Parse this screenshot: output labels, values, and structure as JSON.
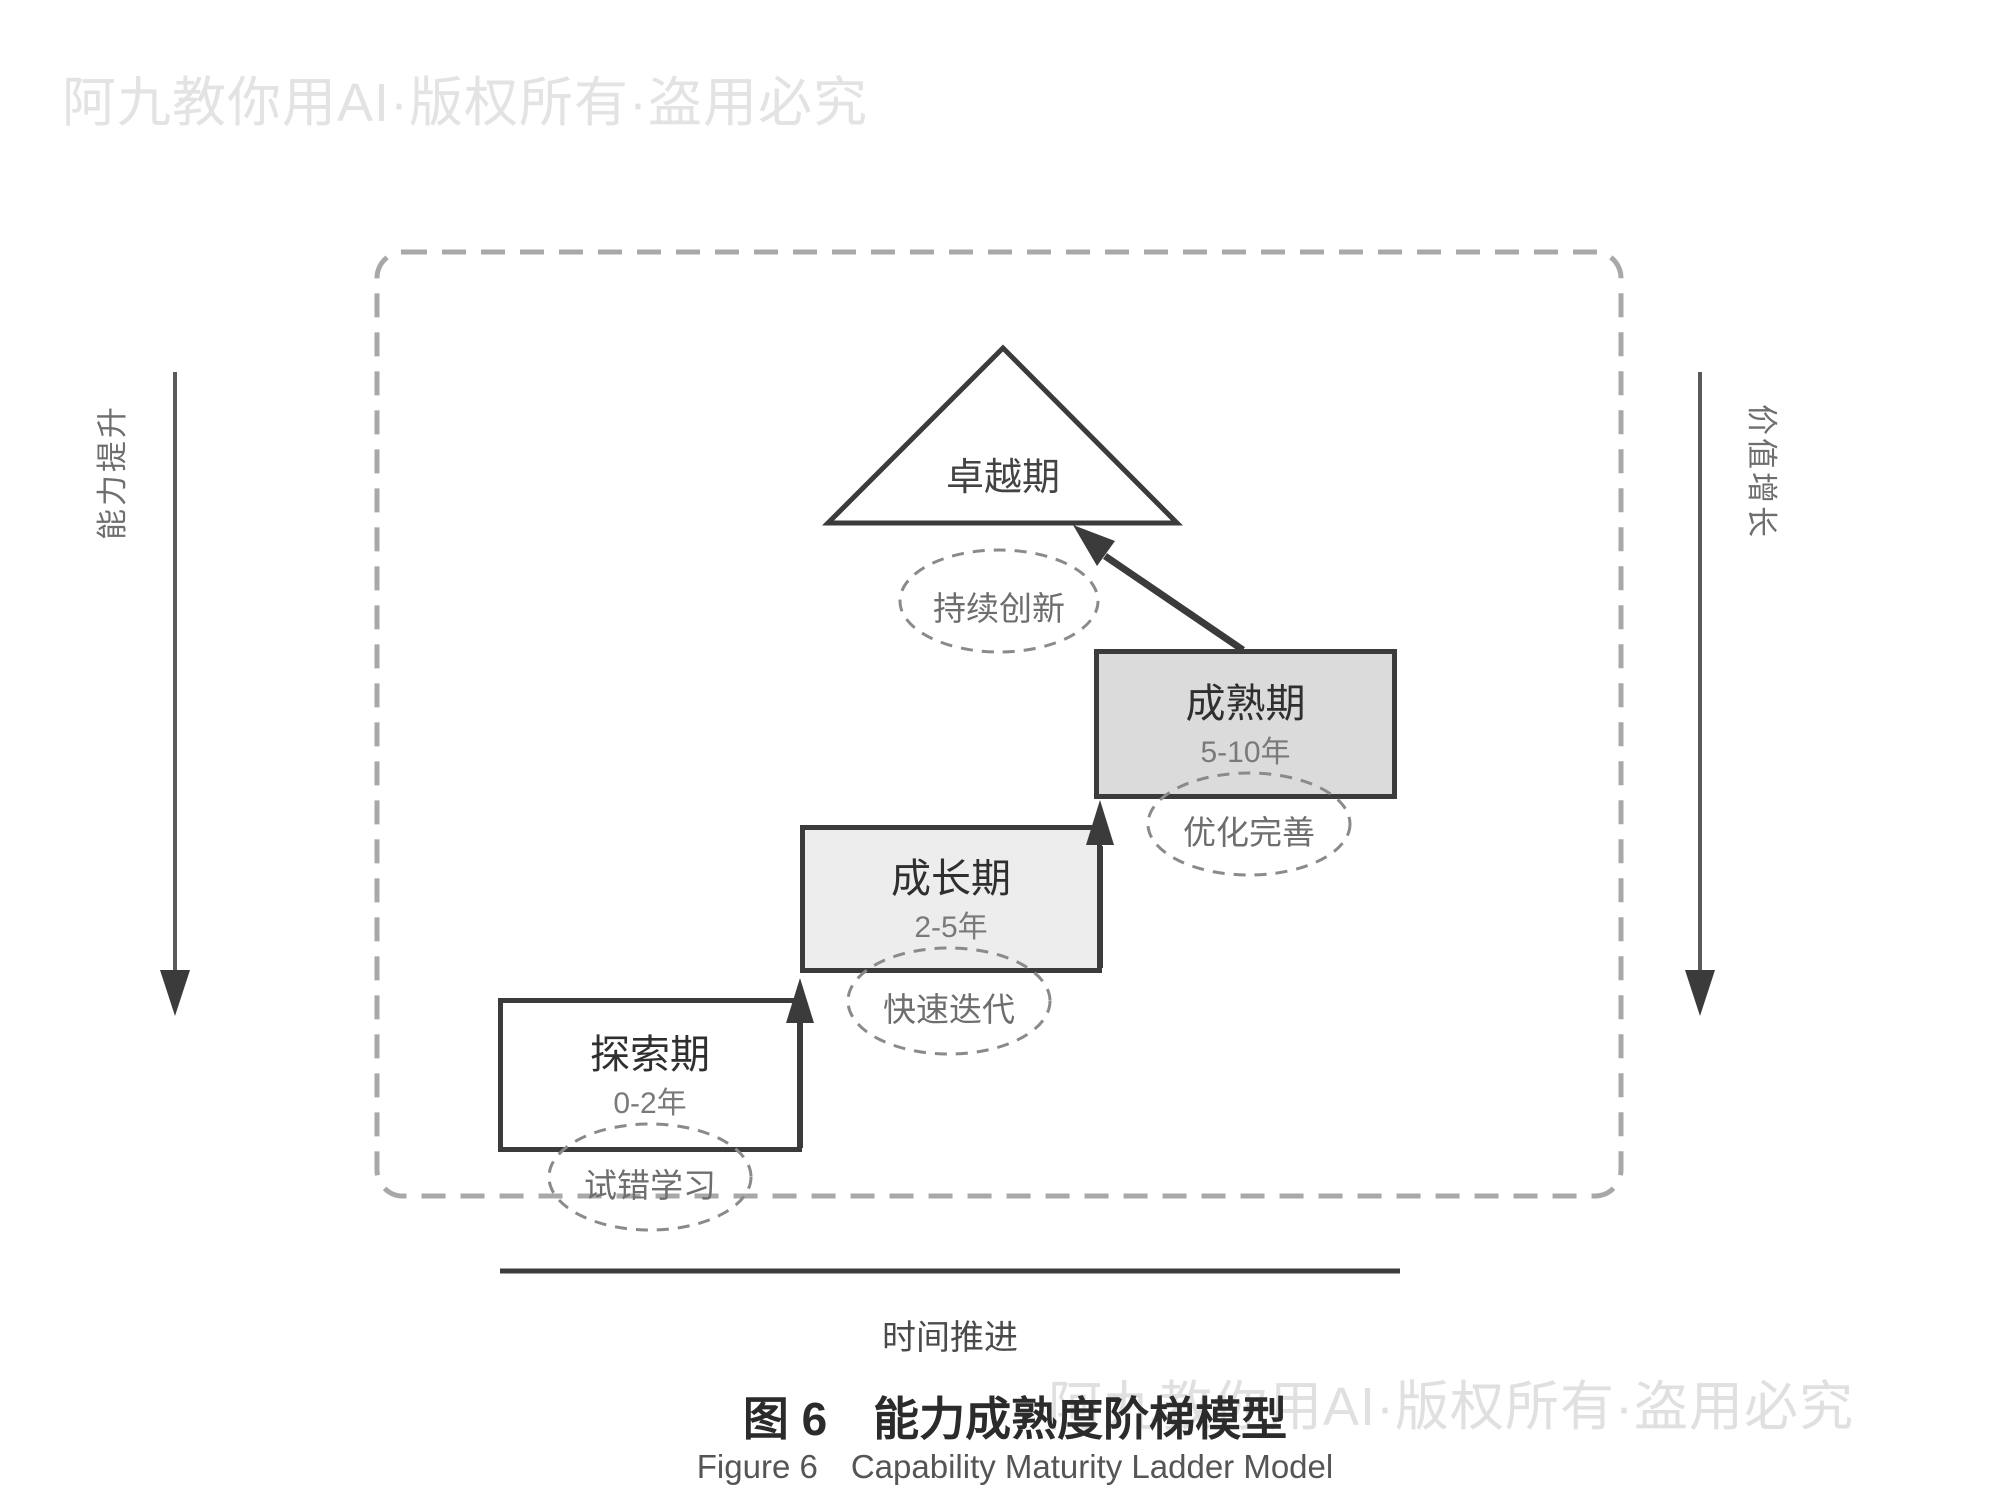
{
  "watermarks": {
    "top_left": "阿九教你用AI·版权所有·盗用必究",
    "bottom_right": "阿九教你用AI·版权所有·盗用必究"
  },
  "axes": {
    "left_label": "能力提升",
    "right_label": "价值增长",
    "time_label": "时间推进"
  },
  "stages": {
    "explore": {
      "name": "探索期",
      "period": "0-2年",
      "activity": "试错学习"
    },
    "growth": {
      "name": "成长期",
      "period": "2-5年",
      "activity": "快速迭代"
    },
    "mature": {
      "name": "成熟期",
      "period": "5-10年",
      "activity": "优化完善"
    },
    "excellence": {
      "name": "卓越期",
      "activity": "持续创新"
    }
  },
  "caption": {
    "zh": "图 6　能力成熟度阶梯模型",
    "en": "Figure 6　Capability Maturity Ladder Model"
  },
  "colors": {
    "box_border": "#3b3b3b",
    "explore_fill": "#ffffff",
    "growth_fill": "#ededed",
    "mature_fill": "#dbdbdb",
    "frame_dash": "#a8a8a8",
    "ellipse_dash": "#8a8a8a",
    "arrow": "#3b3b3b",
    "watermark": "#e3e3e3"
  }
}
